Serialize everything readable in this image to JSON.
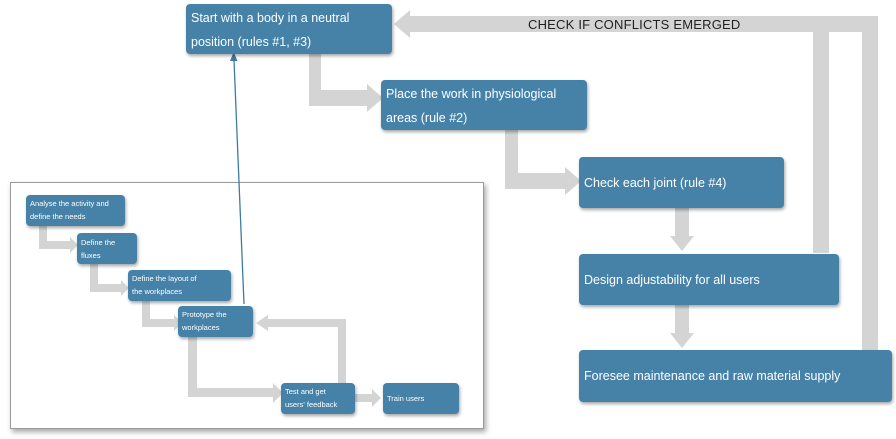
{
  "main_flow": {
    "loop_label": "CHECK IF CONFLICTS EMERGED",
    "steps": [
      {
        "line1": "Start with a body in a neutral",
        "line2": "position (rules #1, #3)"
      },
      {
        "line1": "Place the work in physiological",
        "line2": "areas (rule #2)"
      },
      {
        "line1": "Check each joint (rule #4)"
      },
      {
        "line1": "Design adjustability for all users"
      },
      {
        "line1": "Foresee maintenance and raw material supply"
      }
    ]
  },
  "inset_flow": {
    "steps": [
      {
        "line1": "Analyse the activity and",
        "line2": "define the needs"
      },
      {
        "line1": "Define the fluxes"
      },
      {
        "line1": "Define the layout of",
        "line2": "the workplaces"
      },
      {
        "line1": "Prototype the",
        "line2": "workplaces"
      },
      {
        "line1": "Test and  get",
        "line2": "users' feedback"
      },
      {
        "line1": "Train users"
      }
    ]
  },
  "colors": {
    "box_fill": "#4682a8",
    "arrow_fill": "#d4d4d4",
    "link_line": "#3e7ba2"
  }
}
